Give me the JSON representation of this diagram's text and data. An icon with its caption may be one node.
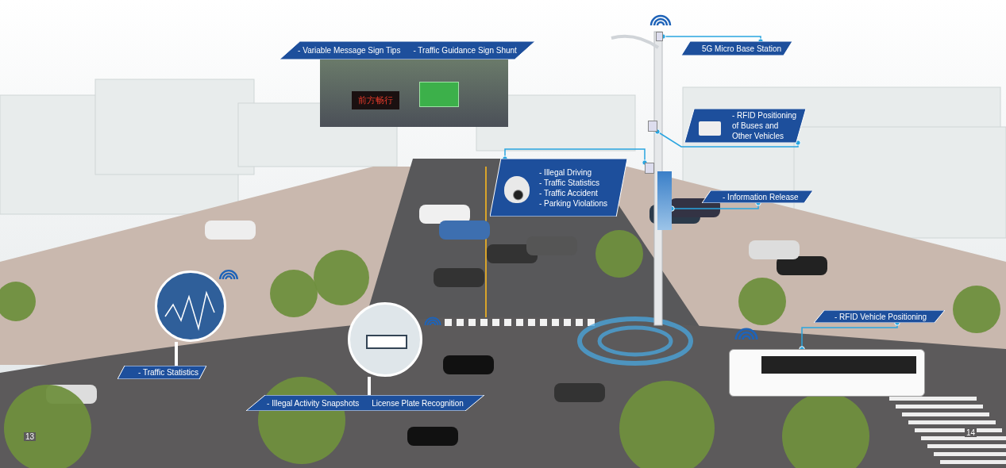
{
  "diagram": {
    "nodes": [
      {
        "text": [
          "- Variable Message Sign Tips",
          "- Traffic Guidance Sign Shunt"
        ]
      },
      {
        "text": [
          "5G Micro Base Station"
        ]
      },
      {
        "text": [],
        "shape": "box"
      },
      {
        "text": [
          "- RFID Positioning of Buses and Other Vehicles"
        ]
      },
      {
        "text": [],
        "shape": "box"
      },
      {
        "text": [
          "- Illegal Driving",
          "- Traffic Statistics",
          "- Traffic Accident",
          "-  Parking Violations"
        ]
      },
      {
        "text": [],
        "shape": "box"
      },
      {
        "text": [
          "- Information Release"
        ]
      },
      {
        "text": [],
        "shape": "picture"
      },
      {
        "text": [
          "- Traffic Statistics"
        ]
      },
      {
        "text": [],
        "shape": "picture"
      },
      {
        "text": [
          "-  Illegal Activity Snapshots",
          "License Plate Recognition"
        ]
      },
      {
        "text": [],
        "shape": "picture"
      },
      {
        "text": [
          "- RFID Vehicle Positioning"
        ]
      },
      {
        "text": [],
        "shape": "picture"
      }
    ],
    "edges": [
      {
        "from": 1,
        "to": 2,
        "arrow": "other"
      },
      {
        "from": 3,
        "to": 4,
        "arrow": "other"
      },
      {
        "from": 5,
        "to": 6,
        "arrow": "other"
      },
      {
        "from": 7,
        "to": 8,
        "arrow": "other"
      },
      {
        "from": 9,
        "to": 10,
        "arrow": "none",
        "style": "thick",
        "color": "#ffffff"
      },
      {
        "from": 11,
        "to": 12,
        "arrow": "none",
        "style": "thick",
        "color": "#ffffff"
      },
      {
        "from": 13,
        "to": 14,
        "arrow": "other"
      }
    ],
    "labels": [
      "前方畅行",
      "13",
      "14"
    ]
  }
}
